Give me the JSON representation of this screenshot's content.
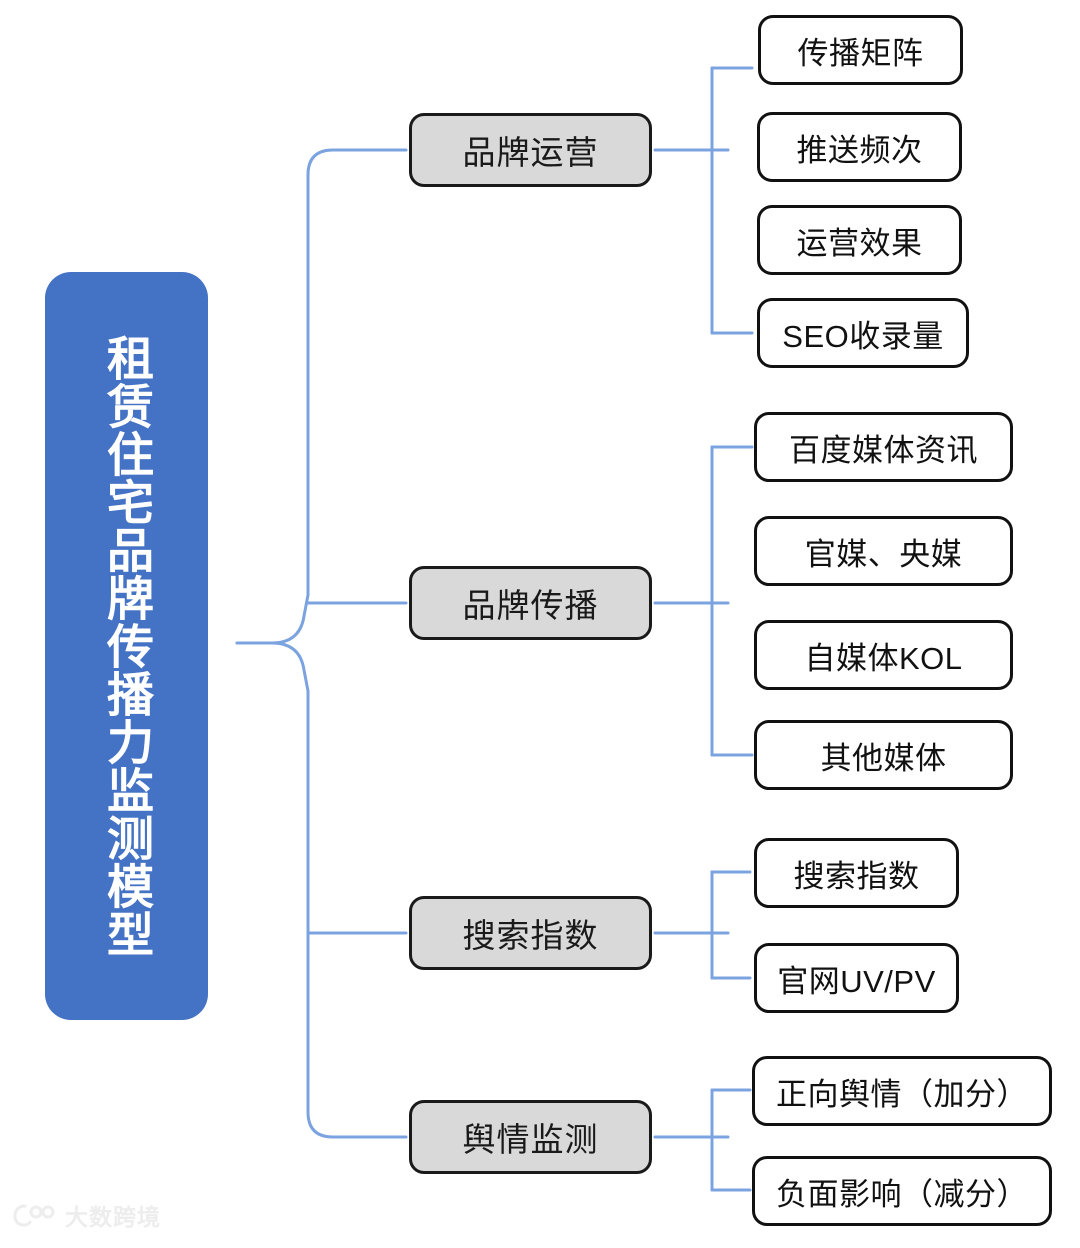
{
  "diagram": {
    "type": "mind-map",
    "root": {
      "label": "租赁住宅品牌传播力监测模型",
      "orientation": "vertical",
      "fill_color": "#4472C4",
      "text_color": "#FFFFFF"
    },
    "branch_fill_color": "#D9D9D9",
    "branch_border_color": "#1A1A1A",
    "leaf_fill_color": "#FFFFFF",
    "leaf_border_color": "#111111",
    "connector_color": "#7BA3E0",
    "branches": [
      {
        "label": "品牌运营",
        "leaves": [
          {
            "label": "传播矩阵"
          },
          {
            "label": "推送频次"
          },
          {
            "label": "运营效果"
          },
          {
            "label": "SEO收录量"
          }
        ]
      },
      {
        "label": "品牌传播",
        "leaves": [
          {
            "label": "百度媒体资讯"
          },
          {
            "label": "官媒、央媒"
          },
          {
            "label": "自媒体KOL"
          },
          {
            "label": "其他媒体"
          }
        ]
      },
      {
        "label": "搜索指数",
        "leaves": [
          {
            "label": "搜索指数"
          },
          {
            "label": "官网UV/PV"
          }
        ]
      },
      {
        "label": "舆情监测",
        "leaves": [
          {
            "label": "正向舆情（加分）"
          },
          {
            "label": "负面影响（减分）"
          }
        ]
      }
    ]
  },
  "watermark": {
    "text": "大数跨境",
    "icon": "logo-mark-icon"
  }
}
